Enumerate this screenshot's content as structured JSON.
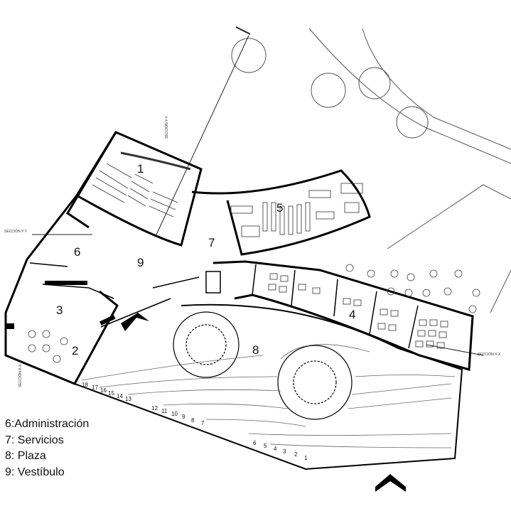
{
  "zones": [
    {
      "id": "1",
      "label": "1"
    },
    {
      "id": "2",
      "label": "2"
    },
    {
      "id": "3",
      "label": "3"
    },
    {
      "id": "4",
      "label": "4"
    },
    {
      "id": "5",
      "label": "5"
    },
    {
      "id": "6",
      "label": "6"
    },
    {
      "id": "7",
      "label": "7"
    },
    {
      "id": "8",
      "label": "8"
    },
    {
      "id": "9",
      "label": "9"
    }
  ],
  "steps_left": [
    "18",
    "17",
    "16",
    "15",
    "14",
    "13"
  ],
  "steps_mid": [
    "12",
    "11",
    "10",
    "9",
    "8",
    "7"
  ],
  "steps_right": [
    "6",
    "5",
    "4",
    "3",
    "2",
    "1"
  ],
  "section_marks": {
    "top": "SECCIÓN Y-Y",
    "left": "SECCIÓN Y-Y",
    "bottom_left": "SECCIÓN X-X",
    "right": "SECCIÓN X-X"
  },
  "legend": [
    "6:Administración",
    "7: Servicios",
    "8: Plaza",
    "9: Vestíbulo"
  ]
}
